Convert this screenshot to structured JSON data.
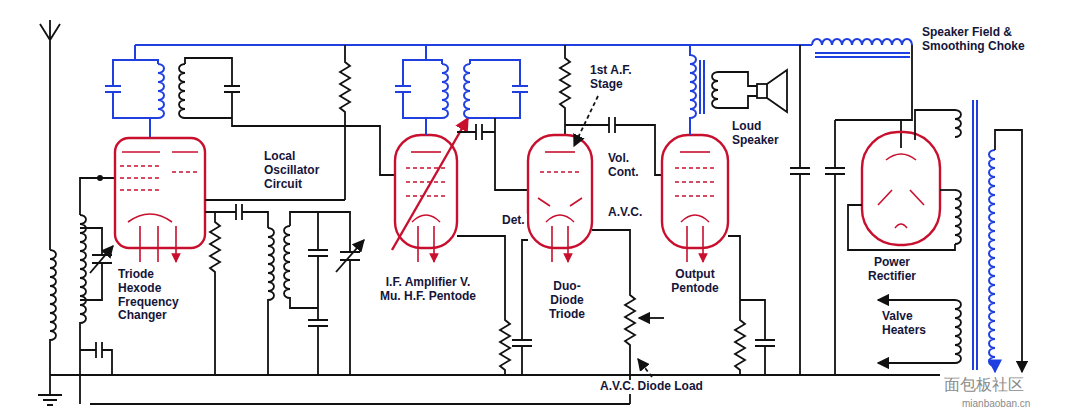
{
  "diagram": {
    "labels": [
      "Speaker Field & Smoothing Choke",
      "1st A.F. Stage",
      "Local Oscillator Circuit",
      "Vol. Cont.",
      "A.V.C.",
      "Det.",
      "Loud Speaker",
      "Triode Hexode Frequency Changer",
      "I.F. Amplifier V. Mu. H.F. Pentode",
      "Duo-Diode Triode",
      "Output Pentode",
      "Power Rectifier",
      "Valve Heaters",
      "A.V.C. Diode Load",
      "面包板社区",
      "mianbaoban.cn"
    ]
  }
}
